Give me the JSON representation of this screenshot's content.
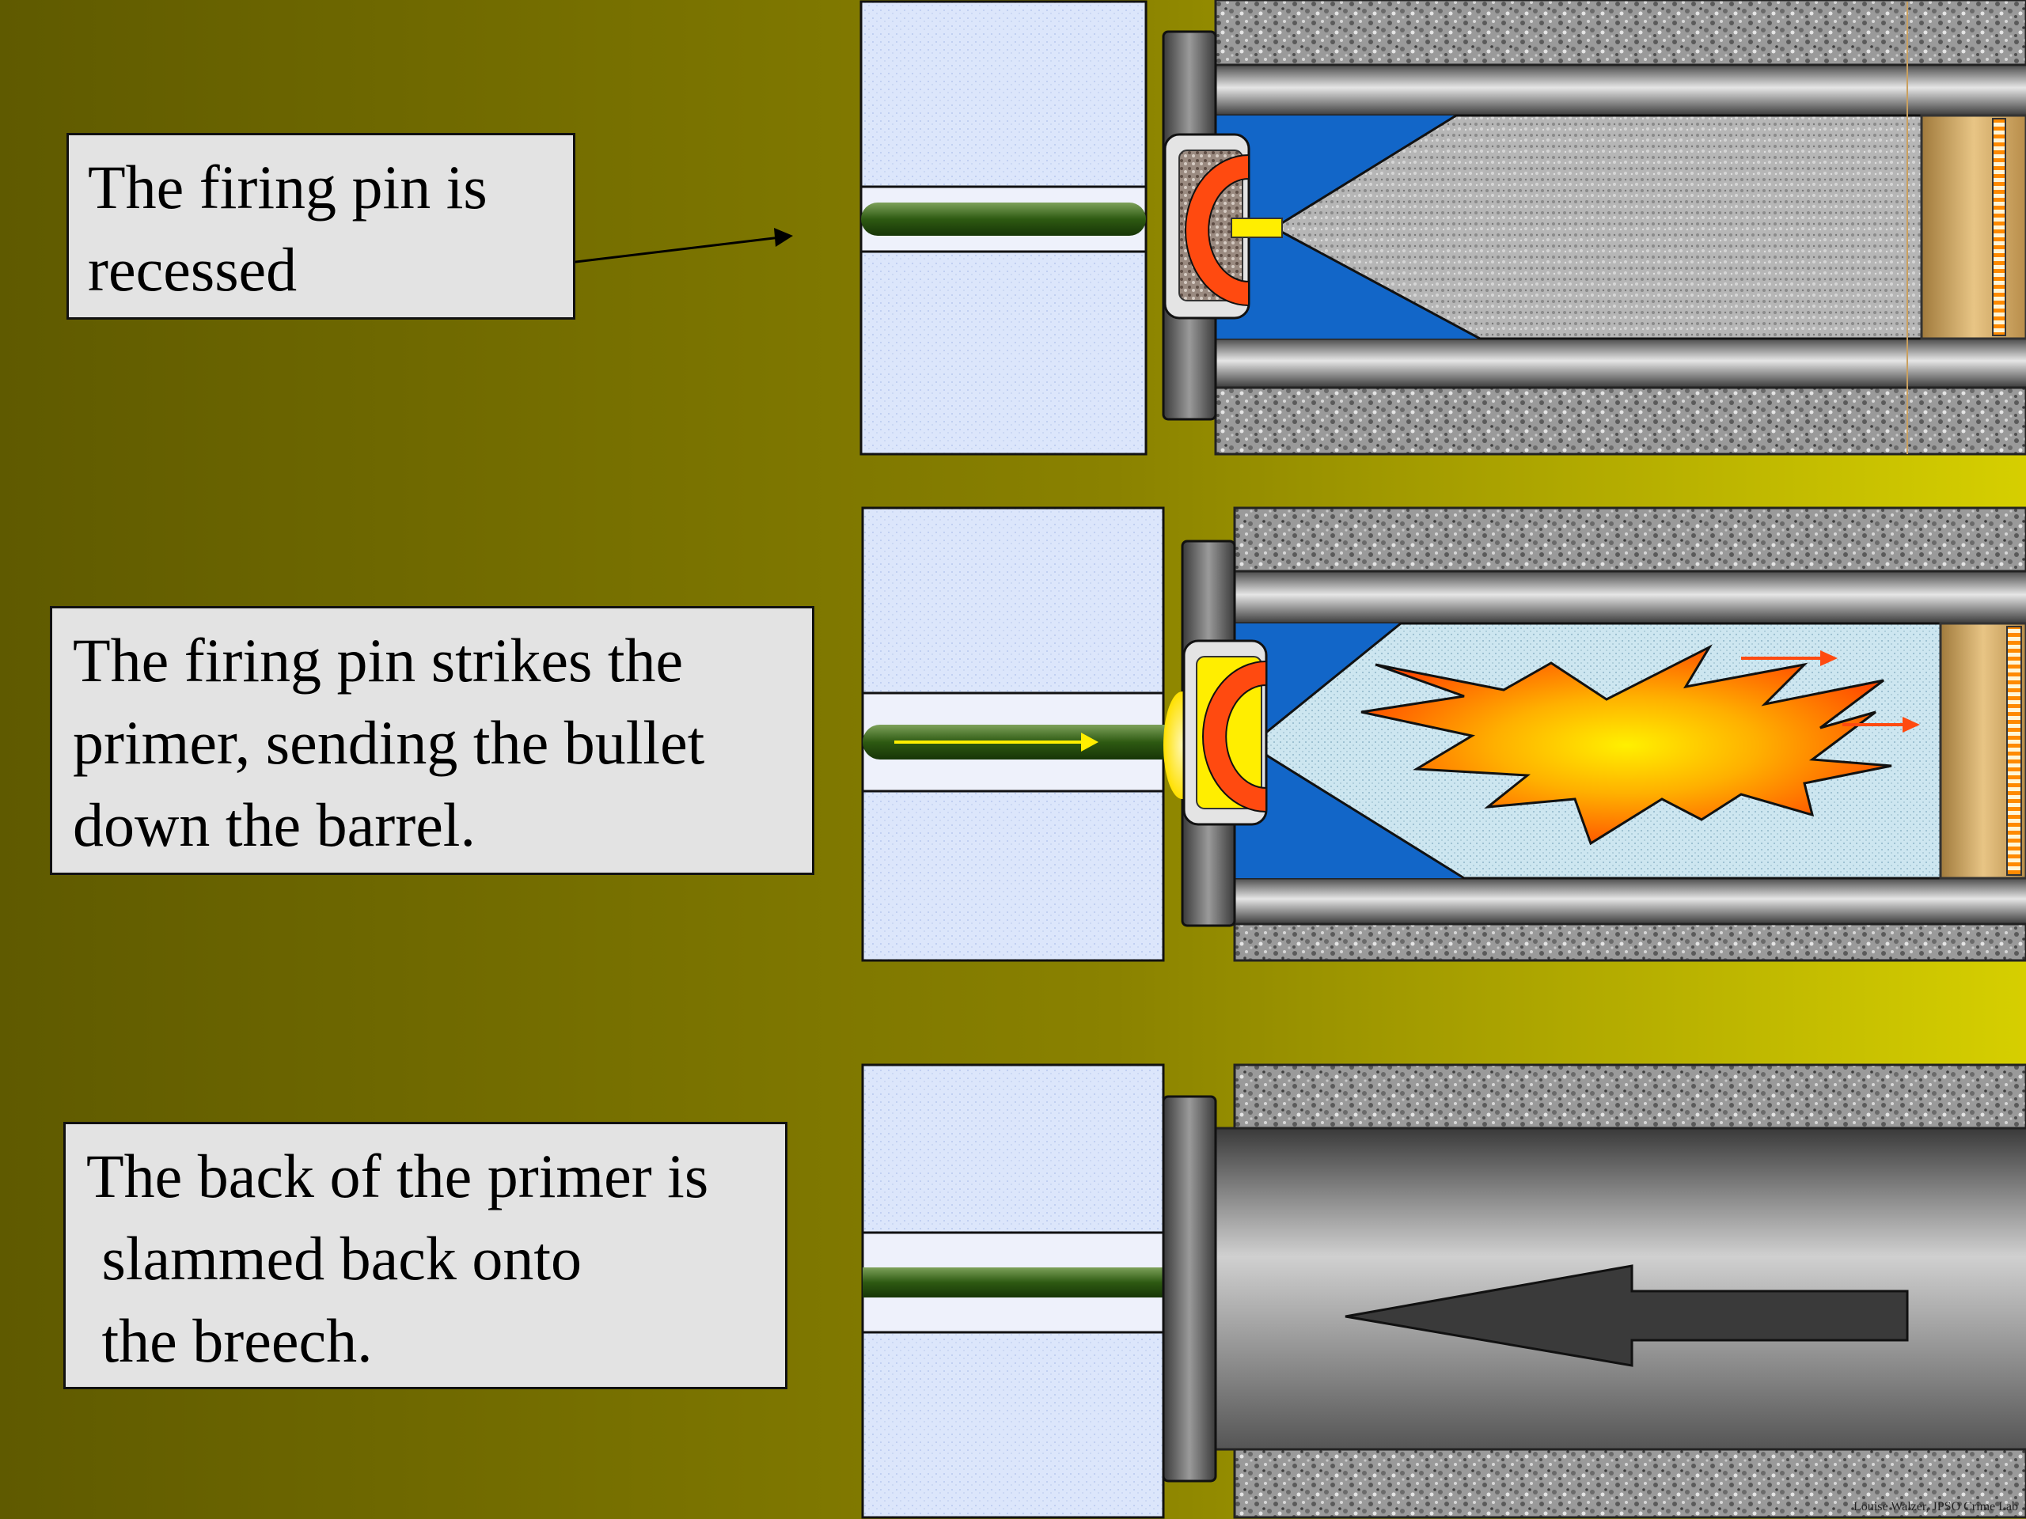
{
  "captions": {
    "recessed": [
      "The firing pin is",
      "recessed"
    ],
    "strikes": [
      "The firing pin strikes the",
      "primer, sending the bullet",
      "down the barrel."
    ],
    "slammed": [
      "The back of the primer is",
      " slammed back onto",
      " the breech."
    ]
  },
  "credit": "Louise Walzer, JPSO Crime Lab",
  "colors": {
    "background_left": "#5f5a00",
    "background_right": "#d6cf00",
    "breech_block": "#dce6fb",
    "firing_pin": "#2e5a12",
    "case_mouth": "#1266c8",
    "primer_flame": "#ff4a10",
    "explosion_outer": "#ff5a00",
    "explosion_inner": "#fff000",
    "bullet": "#c9a060",
    "barrel_steel": "#777777"
  },
  "icons": [
    "arrow-right-icon",
    "recoil-arrow-icon",
    "explosion-icon"
  ]
}
